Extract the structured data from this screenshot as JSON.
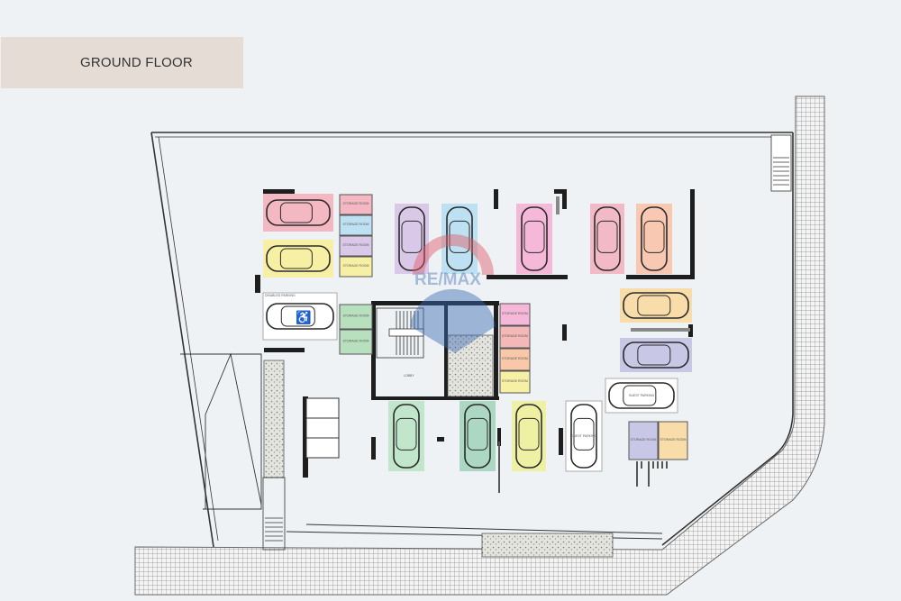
{
  "title": "GROUND FLOOR",
  "watermark_logo": "RE/MAX",
  "labels": {
    "disabled_parking": "DISABLED PARKING",
    "lobby": "LOBBY",
    "guest_parking": "GUEST PARKING",
    "storage_room": "STORAGE ROOM"
  },
  "colors": {
    "background": "#eef2f5",
    "title_box": "#e6dcd6",
    "walls": "#1e1e1e",
    "pavement_grid": "#8a8a8a"
  },
  "parking_spaces": [
    {
      "color": "#f4b8c2",
      "orientation": "horizontal"
    },
    {
      "color": "#f7f0a4",
      "orientation": "horizontal"
    },
    {
      "color": "#ffffff",
      "orientation": "horizontal",
      "type": "disabled"
    },
    {
      "color": "#d9c8e8",
      "orientation": "vertical"
    },
    {
      "color": "#bde0f2",
      "orientation": "vertical"
    },
    {
      "color": "#f5b8d8",
      "orientation": "vertical"
    },
    {
      "color": "#f2bac6",
      "orientation": "vertical"
    },
    {
      "color": "#f8c8b2",
      "orientation": "vertical"
    },
    {
      "color": "#f8dcaa",
      "orientation": "horizontal"
    },
    {
      "color": "#c9c7e6",
      "orientation": "horizontal"
    },
    {
      "color": "#ffffff",
      "orientation": "horizontal",
      "type": "guest"
    },
    {
      "color": "#c2e6cb",
      "orientation": "vertical"
    },
    {
      "color": "#acd8c3",
      "orientation": "vertical"
    },
    {
      "color": "#eef1a4",
      "orientation": "vertical"
    },
    {
      "color": "#ffffff",
      "orientation": "vertical",
      "type": "guest"
    }
  ],
  "storage_rooms": [
    {
      "color": "#f4b8c2"
    },
    {
      "color": "#bde0f2"
    },
    {
      "color": "#d9c8e8"
    },
    {
      "color": "#f7f0a4"
    },
    {
      "color": "#b8e0bf"
    },
    {
      "color": "#b8e0bf"
    },
    {
      "color": "#f5b8d8"
    },
    {
      "color": "#f4b8b8"
    },
    {
      "color": "#f8c8a8"
    },
    {
      "color": "#f7f0a4"
    },
    {
      "color": "#c9c7e6"
    },
    {
      "color": "#f8dcaa"
    }
  ]
}
